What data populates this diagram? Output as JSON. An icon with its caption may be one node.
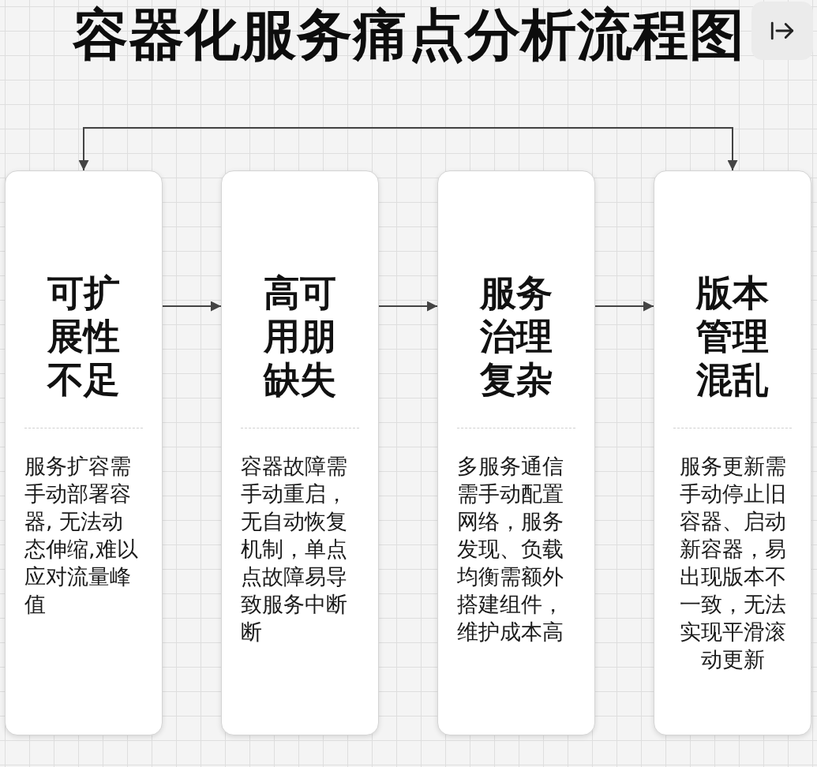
{
  "diagram": {
    "title": "容器化服务痛点分析流程图",
    "nodes": [
      {
        "text": [
          "可扩展性不足",
          "服务扩容需手动部署容器, 无法动态伸缩,难以应对流量峰值"
        ]
      },
      {
        "text": [
          "高可用朋缺失",
          "容器故障需手动重启，无自动恢复机制，单点点故障易导致服务中断断"
        ]
      },
      {
        "text": [
          "服务治理复杂",
          "多服务通信需手动配置网络，服务发现、负载均衡需额外搭建组件，维护成本高"
        ]
      },
      {
        "text": [
          "版本管理混乱",
          "服务更新需手动停止旧容器、启动新容器，易出现版本不一致，无法实现平滑滚动更新"
        ]
      }
    ],
    "edges": [
      {
        "from": 0,
        "to": 1,
        "arrow": "to"
      },
      {
        "from": 1,
        "to": 2,
        "arrow": "to"
      },
      {
        "from": 2,
        "to": 3,
        "arrow": "to"
      },
      {
        "from": 0,
        "to": 3,
        "arrow": "both"
      }
    ]
  }
}
